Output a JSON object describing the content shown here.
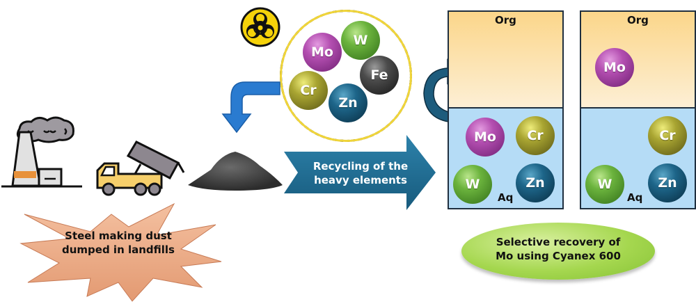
{
  "hazard": {
    "icon": "biohazard-icon"
  },
  "mixture": {
    "elements": [
      "Mo",
      "W",
      "Fe",
      "Cr",
      "Zn"
    ]
  },
  "source": {
    "caption_line1": "Steel making dust",
    "caption_line2": "dumped in landfills"
  },
  "process_arrow": {
    "line1": "Recycling of the",
    "line2": "heavy elements"
  },
  "beaker_before": {
    "org_label": "Org",
    "aq_label": "Aq",
    "aq_elements": [
      "Mo",
      "Cr",
      "W",
      "Zn"
    ]
  },
  "beaker_after": {
    "org_label": "Org",
    "aq_label": "Aq",
    "org_elements": [
      "Mo"
    ],
    "aq_elements": [
      "Cr",
      "W",
      "Zn"
    ]
  },
  "result": {
    "line1": "Selective recovery of",
    "line2": "Mo using Cyanex 600"
  },
  "colors": {
    "mo": "#b44fb1",
    "w": "#6bb33d",
    "fe": "#4c4c4c",
    "cr": "#a9a532",
    "zn": "#1d6589",
    "org_phase": "#fbd68a",
    "aq_phase": "#b5dcf6",
    "process_arrow": "#1f6a8f",
    "result_ellipse": "#9fd04a",
    "starburst": "#efae8a"
  }
}
